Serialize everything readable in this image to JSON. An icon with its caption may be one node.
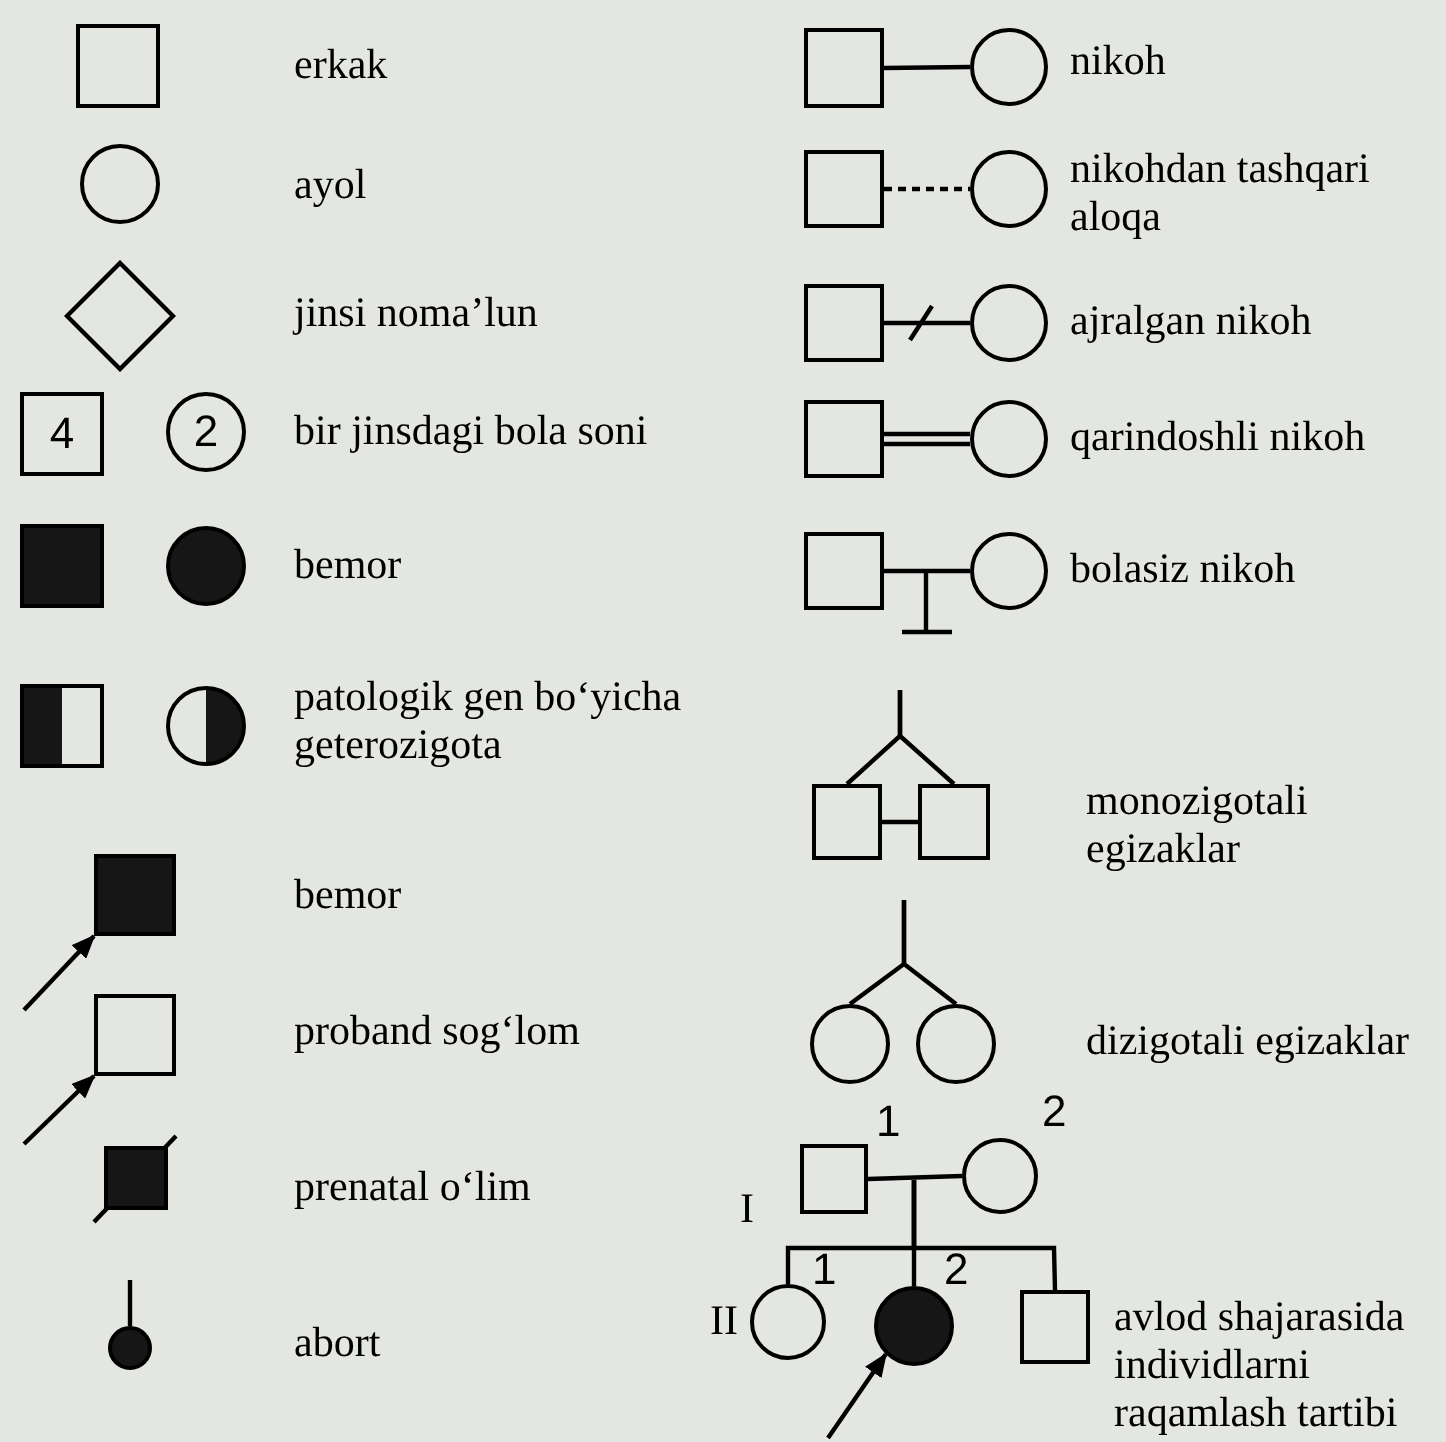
{
  "diagram": {
    "nodes": [
      {
        "text": [],
        "shape": "box"
      },
      {
        "text": [],
        "shape": "circle"
      },
      {
        "text": [],
        "shape": "diamond"
      },
      {
        "text": [
          "4"
        ]
      },
      {
        "text": [
          "2"
        ]
      },
      {
        "text": [],
        "shape": "box"
      },
      {
        "text": [],
        "shape": "circle"
      },
      {
        "text": [],
        "shape": "box"
      },
      {
        "text": [],
        "shape": "circle"
      },
      {
        "text": [],
        "shape": "box"
      },
      {
        "text": [],
        "shape": "box"
      },
      {
        "text": [],
        "shape": "box"
      },
      {
        "text": [],
        "shape": "circle"
      },
      {
        "text": [],
        "shape": "box"
      },
      {
        "text": [],
        "shape": "circle"
      },
      {
        "text": [],
        "shape": "box"
      },
      {
        "text": [],
        "shape": "circle"
      },
      {
        "text": [],
        "shape": "box"
      },
      {
        "text": [],
        "shape": "circle"
      },
      {
        "text": [],
        "shape": "box"
      },
      {
        "text": [],
        "shape": "circle"
      },
      {
        "text": [],
        "shape": "box"
      },
      {
        "text": [],
        "shape": "circle"
      },
      {
        "text": [],
        "shape": "box"
      },
      {
        "text": [],
        "shape": "box"
      },
      {
        "text": [],
        "shape": "circle"
      },
      {
        "text": [],
        "shape": "circle"
      },
      {
        "text": [],
        "shape": "box",
        "beside": [
          "1"
        ]
      },
      {
        "text": [],
        "shape": "circle",
        "beside": [
          "2"
        ]
      },
      {
        "text": [],
        "shape": "circle",
        "beside": [
          "1"
        ]
      },
      {
        "text": [],
        "shape": "circle",
        "beside": [
          "2"
        ]
      },
      {
        "text": [],
        "shape": "box"
      }
    ],
    "edges": [
      {
        "from": null,
        "to": 9,
        "arrow": "to"
      },
      {
        "from": null,
        "to": 10,
        "arrow": "to"
      },
      {
        "from": 13,
        "to": 14,
        "arrow": "none"
      },
      {
        "from": 15,
        "to": 16,
        "arrow": "none",
        "style": "dashed"
      },
      {
        "from": 17,
        "to": 18,
        "arrow": "none"
      },
      {
        "from": 19,
        "to": 20,
        "arrow": "none"
      },
      {
        "from": 21,
        "to": 22,
        "arrow": "none"
      },
      {
        "from": null,
        "to": 23,
        "arrow": "none"
      },
      {
        "from": null,
        "to": 24,
        "arrow": "none"
      },
      {
        "from": 23,
        "to": 24,
        "arrow": "none"
      },
      {
        "from": null,
        "to": 25,
        "arrow": "none"
      },
      {
        "from": null,
        "to": 26,
        "arrow": "none"
      },
      {
        "from": 27,
        "to": 28,
        "arrow": "none"
      },
      {
        "from": null,
        "to": 29,
        "arrow": "none"
      },
      {
        "from": null,
        "to": 30,
        "arrow": "none"
      },
      {
        "from": null,
        "to": 31,
        "arrow": "none"
      },
      {
        "from": null,
        "to": 30,
        "arrow": "to"
      }
    ],
    "labels": [
      "erkak",
      "ayol",
      "jinsi noma’lun",
      "bir jinsdagi bola soni",
      "bemor",
      "patologik gen bo‘yicha geterozigota",
      "bemor",
      "proband sog‘lom",
      "prenatal o‘lim",
      "abort",
      "nikoh",
      "nikohdan tashqari aloqa",
      "ajralgan nikoh",
      "qarindoshli nikoh",
      "bolasiz nikoh",
      "monozigotali egizaklar",
      "dizigotali egizaklar",
      "I",
      "II",
      "avlod shajarasida individlarni raqamlash tartibi"
    ]
  }
}
